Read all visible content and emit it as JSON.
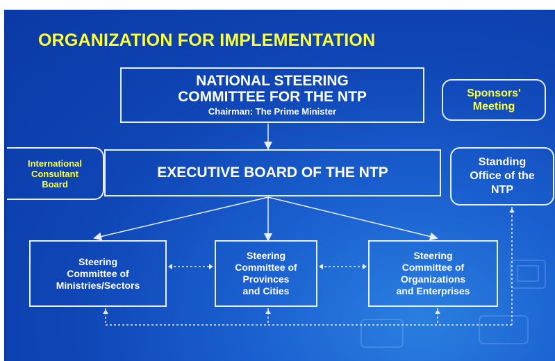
{
  "title": "ORGANIZATION FOR IMPLEMENTATION",
  "national_steering": {
    "line1": "NATIONAL STEERING",
    "line2": "COMMITTEE FOR THE NTP",
    "chairman": "Chairman: The Prime Minister"
  },
  "sponsors": {
    "line1": "Sponsors'",
    "line2": "Meeting"
  },
  "intl_board": {
    "line1": "International",
    "line2": "Consultant",
    "line3": "Board"
  },
  "executive_board": "EXECUTIVE BOARD OF THE NTP",
  "standing_office": {
    "line1": "Standing",
    "line2": "Office of the",
    "line3": "NTP"
  },
  "steering_committees": [
    {
      "lines": [
        "Steering",
        "Committee of",
        "Ministries/Sectors"
      ]
    },
    {
      "lines": [
        "Steering",
        "Committee of",
        "Provinces",
        "and Cities"
      ]
    },
    {
      "lines": [
        "Steering",
        "Committee of",
        "Organizations",
        "and Enterprises"
      ]
    }
  ],
  "colors": {
    "background": "#0f45b5",
    "title": "#ffff33",
    "box_border": "#e8eefc",
    "text": "#ffffff",
    "highlight_text": "#ffff33"
  }
}
